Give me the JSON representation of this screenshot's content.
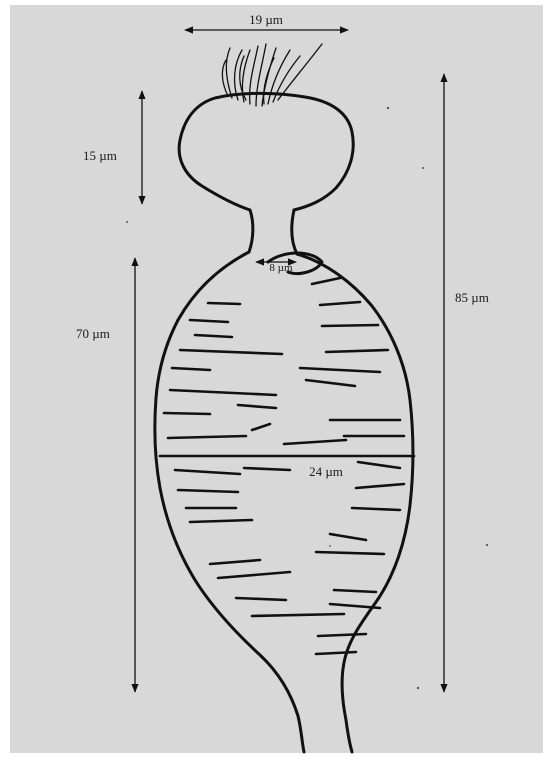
{
  "figure": {
    "background_color": "#d8d8d8",
    "ink_color": "#111111",
    "labels": {
      "head_width": "19 µm",
      "head_height": "15 µm",
      "neck_width": "8 µm",
      "body_length": "70 µm",
      "total_length": "85 µm",
      "body_width": "24 µm"
    }
  }
}
